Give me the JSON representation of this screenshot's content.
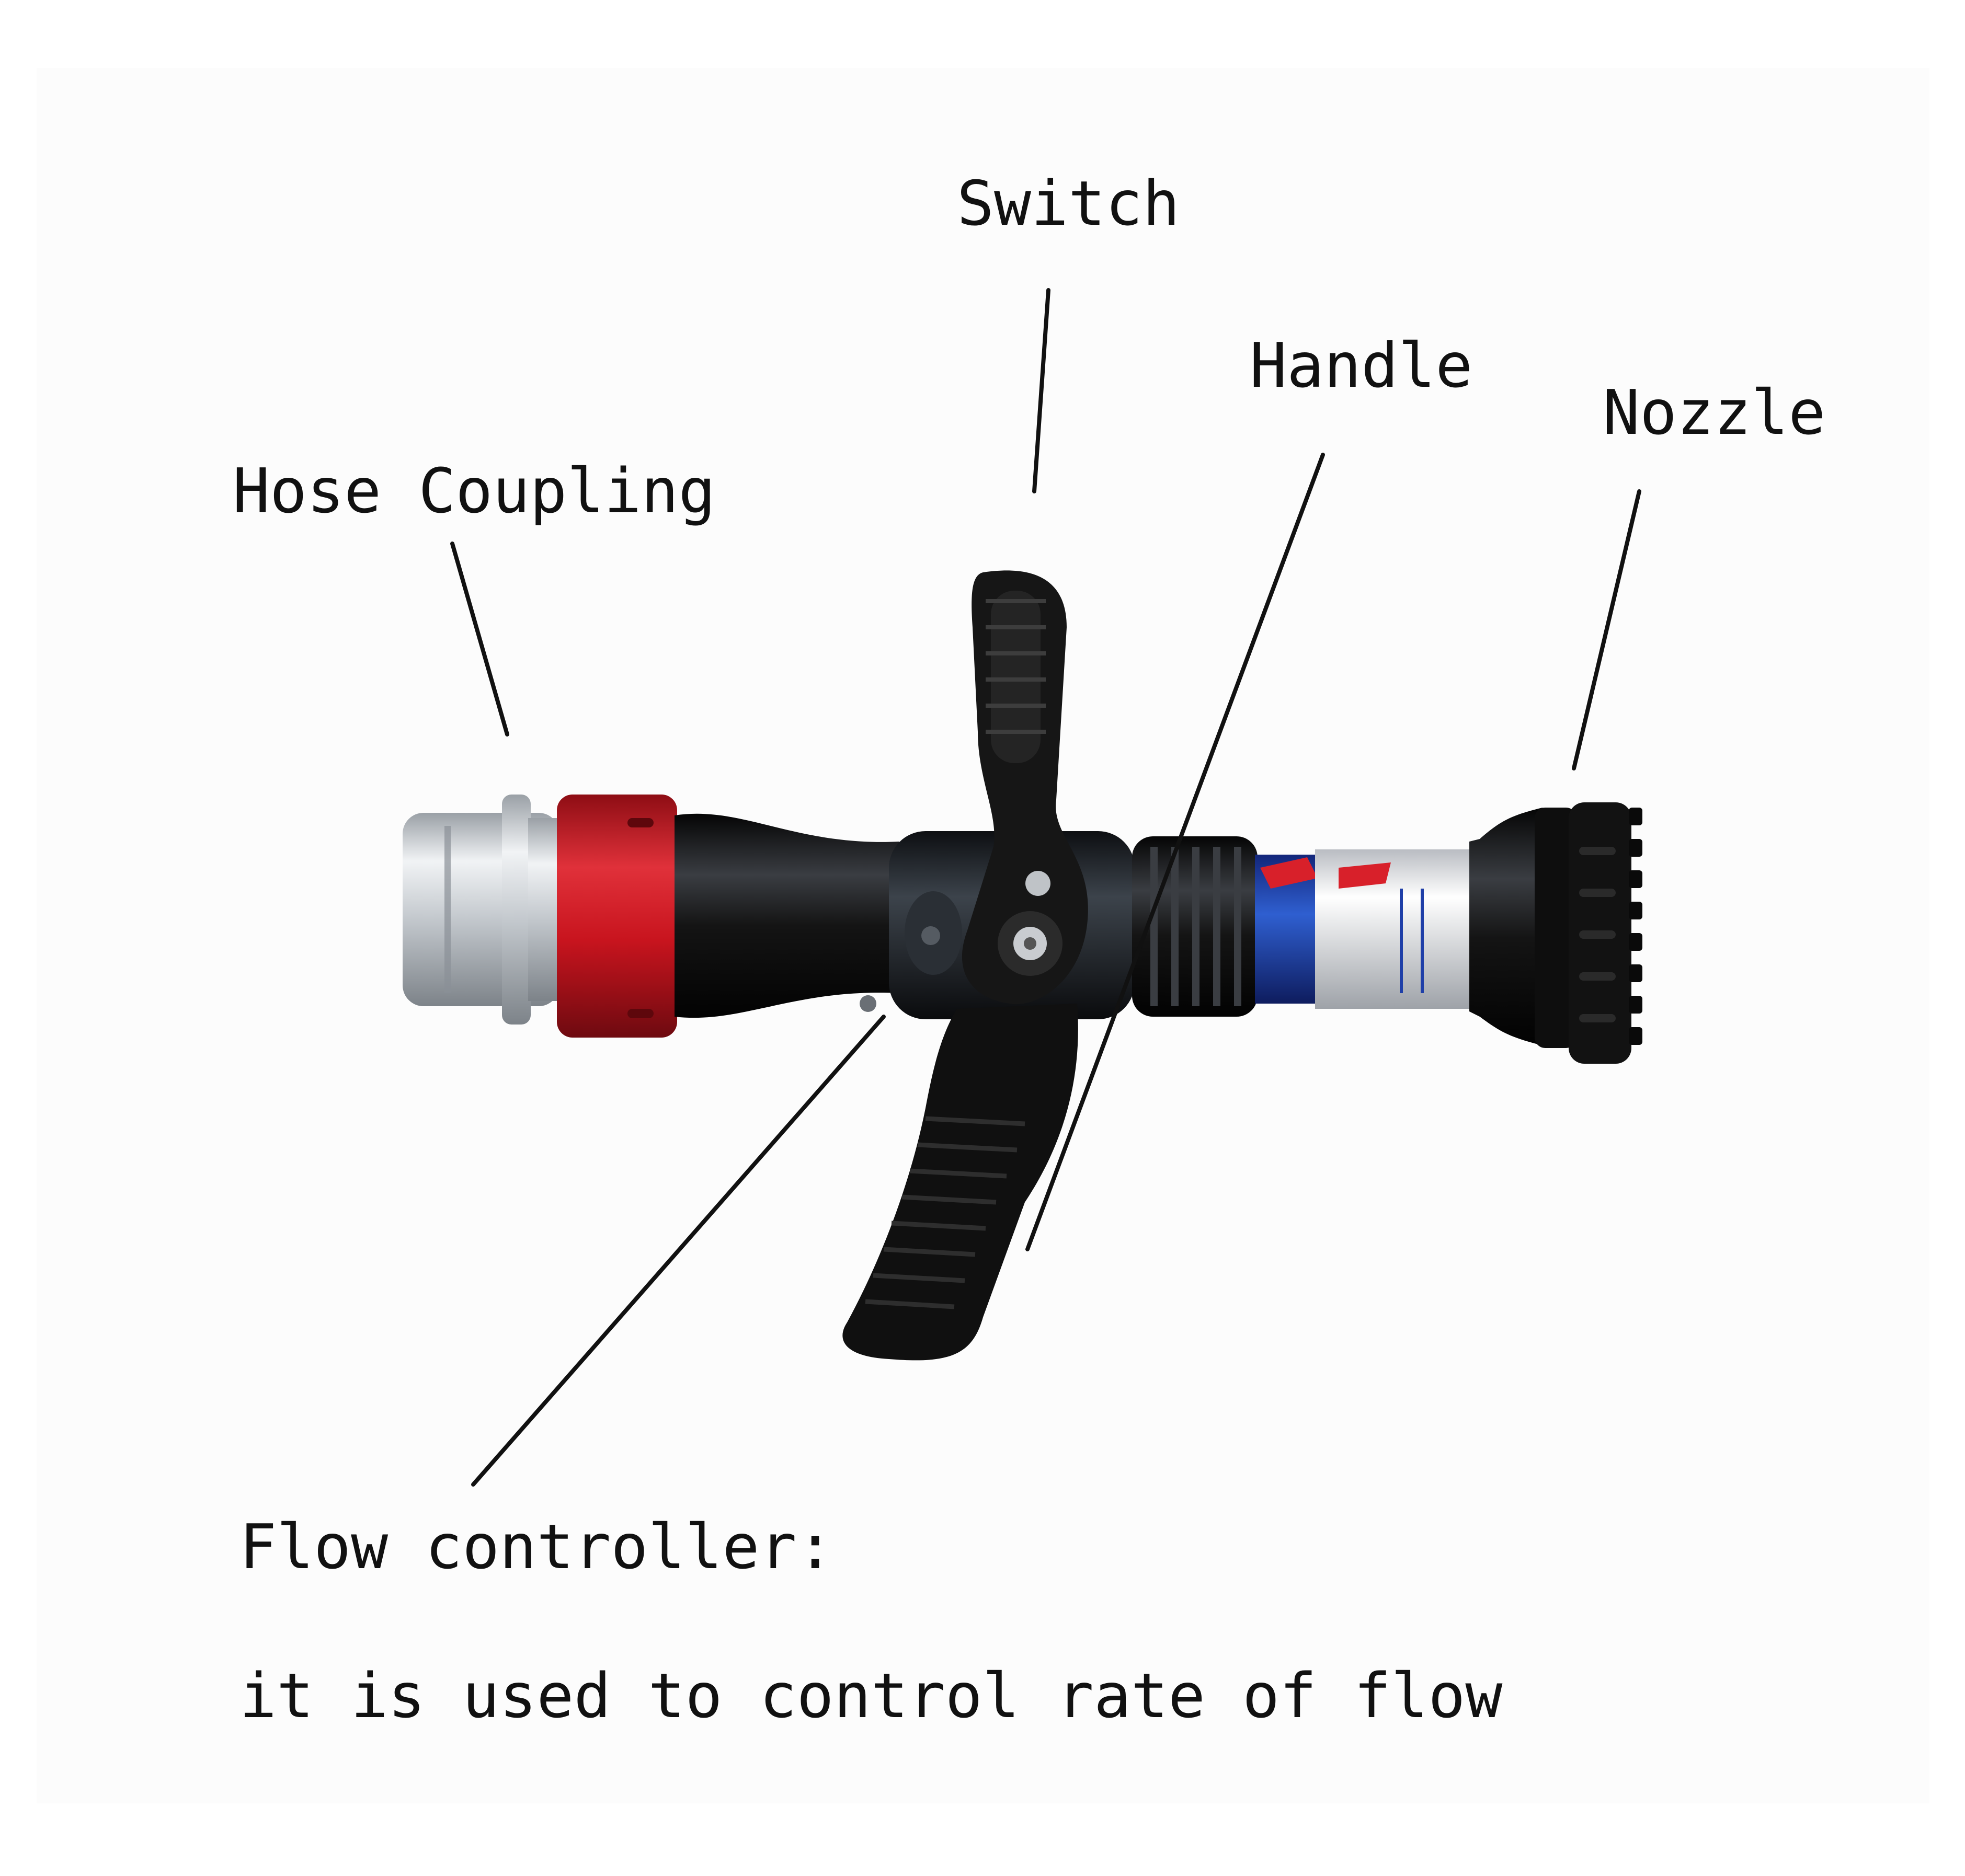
{
  "labels": {
    "switch": "Switch",
    "handle": "Handle",
    "nozzle": "Nozzle",
    "hose_coupling": "Hose Coupling",
    "flow_controller": "Flow controller:",
    "flow_controller_desc": "it is used to control rate of flow"
  },
  "colors": {
    "background": "#ffffff",
    "label_text": "#111111",
    "leader_line": "#111111",
    "body_black": "#141414",
    "coupling_silver": "#c9cdd2",
    "coupling_red": "#c8141e",
    "band_blue": "#1f3fa8"
  },
  "icons": [
    "fire-hose-nozzle-photo"
  ]
}
